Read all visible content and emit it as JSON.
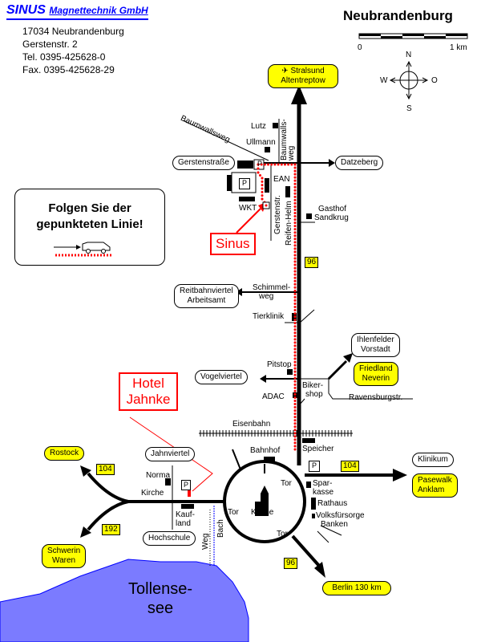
{
  "header": {
    "company_name": "SINUS",
    "company_suffix": "Magnettechnik GmbH",
    "address_lines": [
      "17034 Neubrandenburg",
      "Gerstenstr. 2",
      "Tel.  0395-425628-0",
      "Fax. 0395-425628-29"
    ],
    "city_title": "Neubrandenburg"
  },
  "scale_bar": {
    "start_label": "0",
    "end_label": "1 km"
  },
  "compass": {
    "north": "N",
    "south": "S",
    "west": "W",
    "east": "O"
  },
  "info_box": {
    "line1": "Folgen Sie der",
    "line2": "gepunkteten Linie!"
  },
  "callouts": {
    "sinus": "Sinus",
    "hotel_line1": "Hotel",
    "hotel_line2": "Jahnke"
  },
  "destinations": {
    "stralsund_line1": "Stralsund",
    "stralsund_line2": "Altentreptow",
    "datzeberg": "Datzeberg",
    "gerstenstrasse": "Gerstenstraße",
    "reitbahn_line1": "Reitbahnviertel",
    "reitbahn_line2": "Arbeitsamt",
    "ihlenfelder_line1": "Ihlenfelder",
    "ihlenfelder_line2": "Vorstadt",
    "friedland_line1": "Friedland",
    "friedland_line2": "Neverin",
    "vogelviertel": "Vogelviertel",
    "klinikum": "Klinikum",
    "pasewalk_line1": "Pasewalk",
    "pasewalk_line2": "Anklam",
    "rostock": "Rostock",
    "schwerin_line1": "Schwerin",
    "schwerin_line2": "Waren",
    "jahnviertel": "Jahnviertel",
    "hochschule": "Hochschule",
    "berlin": "Berlin  130 km"
  },
  "road_numbers": {
    "r96_north": "96",
    "r104_east": "104",
    "r104_west": "104",
    "r192": "192",
    "r96_south": "96"
  },
  "labels": {
    "baumwallsweg": "Baumwallsweg",
    "baumwalls_vert1": "Baumwalls-",
    "baumwalls_vert2": "weg",
    "lutz": "Lutz",
    "ullmann": "Ullmann",
    "ean": "EAN",
    "wkt": "WKT",
    "gerstenstr": "Gerstenstr.",
    "reiten_helm": "Reifen-Helm",
    "gasthof1": "Gasthof",
    "gasthof2": "Sandkrug",
    "schimmel1": "Schimmel-",
    "schimmel2": "weg",
    "tierklinik": "Tierklinik",
    "pitstop": "Pitstop",
    "biker1": "Biker-",
    "biker2": "shop",
    "adac": "ADAC",
    "ravensburg": "Ravensburgstr.",
    "eisenbahn": "Eisenbahn",
    "bahnhof": "Bahnhof",
    "speicher": "Speicher",
    "spar1": "Spar-",
    "spar2": "kasse",
    "rathaus": "Rathaus",
    "volks": "Volksfürsorge",
    "banken": "Banken",
    "kirche_center": "Kirche",
    "tor1": "Tor",
    "tor2": "Tor",
    "tor3": "Tor",
    "norma": "Norma",
    "kirche_west": "Kirche",
    "kauf1": "Kauf-",
    "kauf2": "land",
    "weg": "Weg",
    "bach": "Bach",
    "lake1": "Tollense-",
    "lake2": "see",
    "parking": "P"
  },
  "colors": {
    "route": "#ff0000",
    "highlight": "#ffff00",
    "lake": "#7b7bff",
    "company": "#0000ff"
  }
}
